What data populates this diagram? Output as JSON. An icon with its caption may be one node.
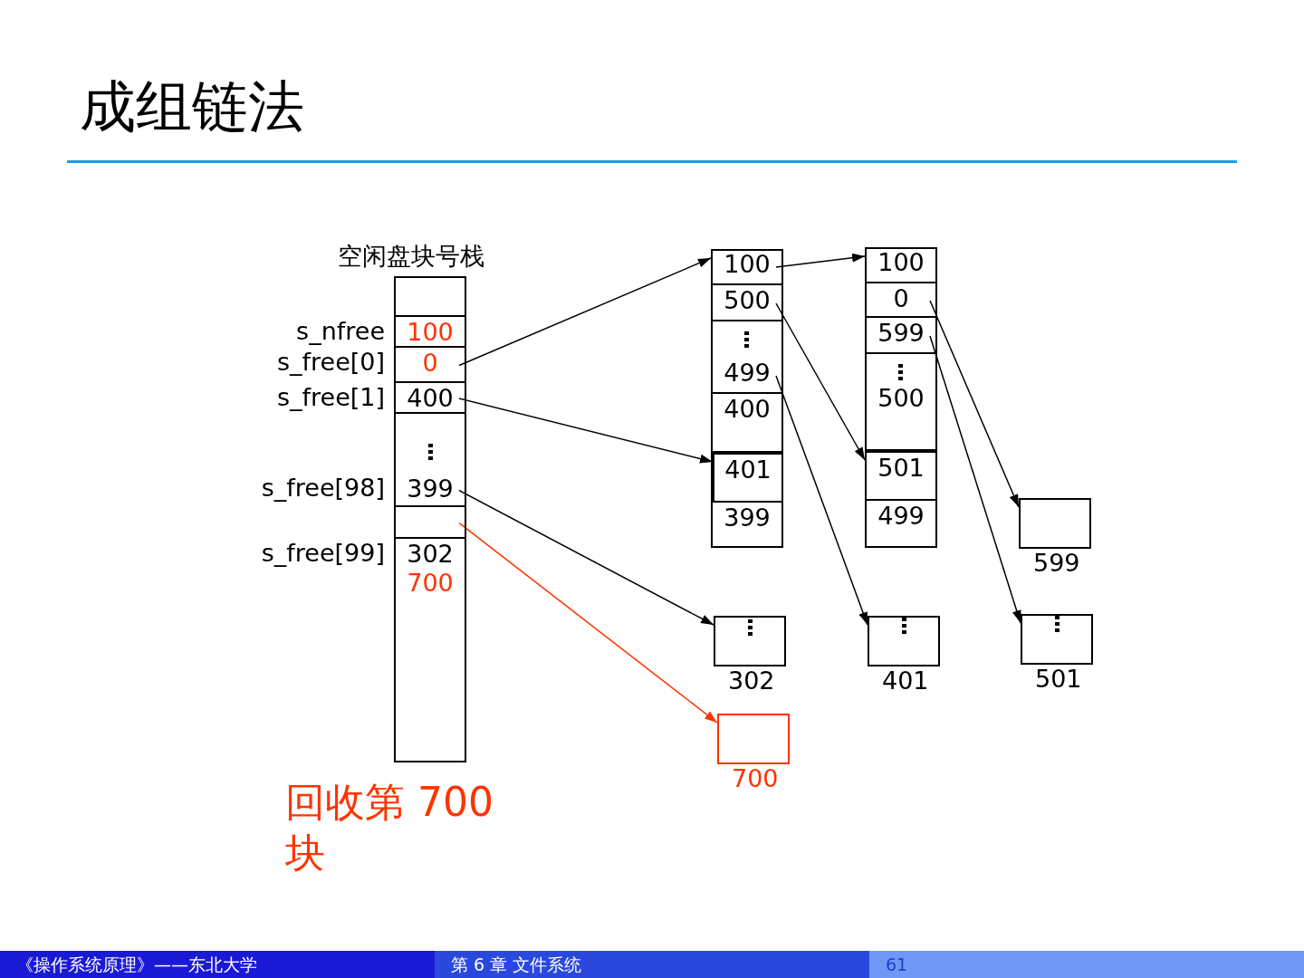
{
  "diagram": {
    "title": "成组链法",
    "nodes": [
      {
        "text": [
          "空闲盘块号栈"
        ]
      },
      {
        "text": [],
        "shape": "box",
        "in": 0
      },
      {
        "text": [
          "100"
        ],
        "in": 0,
        "beside": [
          "s_nfree"
        ]
      },
      {
        "text": [
          "0"
        ],
        "in": 0,
        "beside": [
          "s_free[0]"
        ]
      },
      {
        "text": [
          "400"
        ],
        "in": 0,
        "beside": [
          "s_free[1]"
        ]
      },
      {
        "text": [
          "399"
        ],
        "in": 0,
        "beside": [
          "s_free[98]"
        ]
      },
      {
        "text": [],
        "shape": "box",
        "in": 0
      },
      {
        "text": [
          "302",
          "700"
        ],
        "in": 0,
        "beside": [
          "s_free[99]"
        ]
      },
      {
        "text": [],
        "shape": "box"
      },
      {
        "text": [
          "100"
        ],
        "in": 8
      },
      {
        "text": [
          "500"
        ],
        "in": 8
      },
      {
        "text": [
          "499"
        ],
        "in": 8
      },
      {
        "text": [
          "400"
        ],
        "in": 8
      },
      {
        "text": [
          "401"
        ],
        "in": 8
      },
      {
        "text": [
          "399"
        ],
        "in": 8
      },
      {
        "text": [],
        "shape": "box"
      },
      {
        "text": [
          "100"
        ],
        "in": 15
      },
      {
        "text": [
          "0"
        ],
        "in": 15
      },
      {
        "text": [
          "599"
        ],
        "in": 15
      },
      {
        "text": [
          "500"
        ],
        "in": 15
      },
      {
        "text": [
          "501"
        ],
        "in": 15
      },
      {
        "text": [
          "499"
        ],
        "in": 15
      },
      {
        "text": [],
        "shape": "box",
        "beside": [
          "599"
        ]
      },
      {
        "text": [],
        "shape": "box",
        "beside": [
          "302"
        ]
      },
      {
        "text": [],
        "shape": "box",
        "beside": [
          "401"
        ]
      },
      {
        "text": [],
        "shape": "box",
        "beside": [
          "501"
        ]
      },
      {
        "text": [],
        "shape": "box",
        "beside": [
          "700"
        ]
      }
    ],
    "edges": [
      {
        "from": 3,
        "to": 9,
        "arrow": "to"
      },
      {
        "from": 4,
        "to": 13,
        "arrow": "to"
      },
      {
        "from": 5,
        "to": 23,
        "arrow": "to"
      },
      {
        "from": 6,
        "to": 26,
        "arrow": "to",
        "color": "#ff3300"
      },
      {
        "from": 9,
        "to": 16,
        "arrow": "to"
      },
      {
        "from": 10,
        "to": 20,
        "arrow": "to"
      },
      {
        "from": 11,
        "to": 24,
        "arrow": "to"
      },
      {
        "from": 17,
        "to": 22,
        "arrow": "to"
      },
      {
        "from": 18,
        "to": 25,
        "arrow": "to"
      }
    ],
    "labels": [
      "回收第 700 块",
      "《操作系统原理》——东北大学",
      "第 6 章 文件系统",
      "61"
    ]
  }
}
